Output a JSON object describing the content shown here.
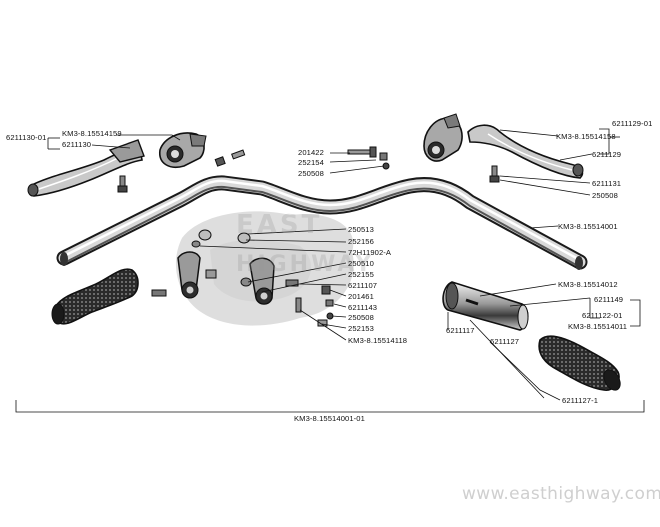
{
  "diagram": {
    "part_labels": {
      "p6211130_01": "6211130-01",
      "km3_15514159": "KM3-8.15514159",
      "p6211130": "6211130",
      "p201422": "201422",
      "p252154": "252154",
      "p250508_top": "250508",
      "p6211129_01": "6211129-01",
      "km3_15514158": "KM3-8.15514158",
      "p6211129": "6211129",
      "p6211131": "6211131",
      "p250508_right": "250508",
      "km3_15514001": "KM3-8.15514001",
      "p250513": "250513",
      "p252156": "252156",
      "p72h11902": "72H11902-A",
      "p250510": "250510",
      "p252155": "252155",
      "p6211107": "6211107",
      "p201461": "201461",
      "p6211143": "6211143",
      "p250508_mid": "250508",
      "p252153": "252153",
      "km3_15514118": "KM3-8.15514118",
      "km3_15514012": "KM3-8.15514012",
      "p6211149": "6211149",
      "p6211122_01": "6211122-01",
      "km3_15514011": "KM3-8.15514011",
      "p6211117": "6211117",
      "p6211127": "6211127",
      "p6211127_1": "6211127-1",
      "assembly": "KM3-8.15514001-01"
    },
    "watermark": {
      "logo_line1": "EAST",
      "logo_line2": "HIGHWAY",
      "url": "www.easthighway.com"
    }
  }
}
